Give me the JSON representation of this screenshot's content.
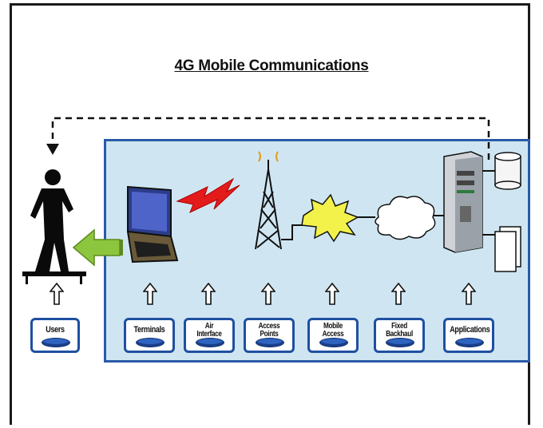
{
  "title": "4G Mobile Communications",
  "components": [
    {
      "key": "users",
      "label": "Users"
    },
    {
      "key": "terminals",
      "label": "Terminals"
    },
    {
      "key": "air_interface",
      "label": "Air\nInterface"
    },
    {
      "key": "access_points",
      "label": "Access\nPoints"
    },
    {
      "key": "mobile_access",
      "label": "Mobile\nAccess"
    },
    {
      "key": "fixed_backhaul",
      "label": "Fixed\nBackhaul"
    },
    {
      "key": "applications",
      "label": "Applications"
    }
  ],
  "colors": {
    "panel_fill": "#cfe6f2",
    "panel_border": "#2a5aa8",
    "label_border": "#1f4fa0",
    "arrow_green": "#8cc63f",
    "bolt_red": "#e41b1b",
    "burst_yellow": "#f2f24a"
  },
  "icons": [
    "person-icon",
    "laptop-icon",
    "lightning-bolt-icon",
    "antenna-tower-icon",
    "burst-icon",
    "cloud-icon",
    "server-icon",
    "database-icon",
    "document-icon",
    "dashed-feedback-arrow"
  ]
}
